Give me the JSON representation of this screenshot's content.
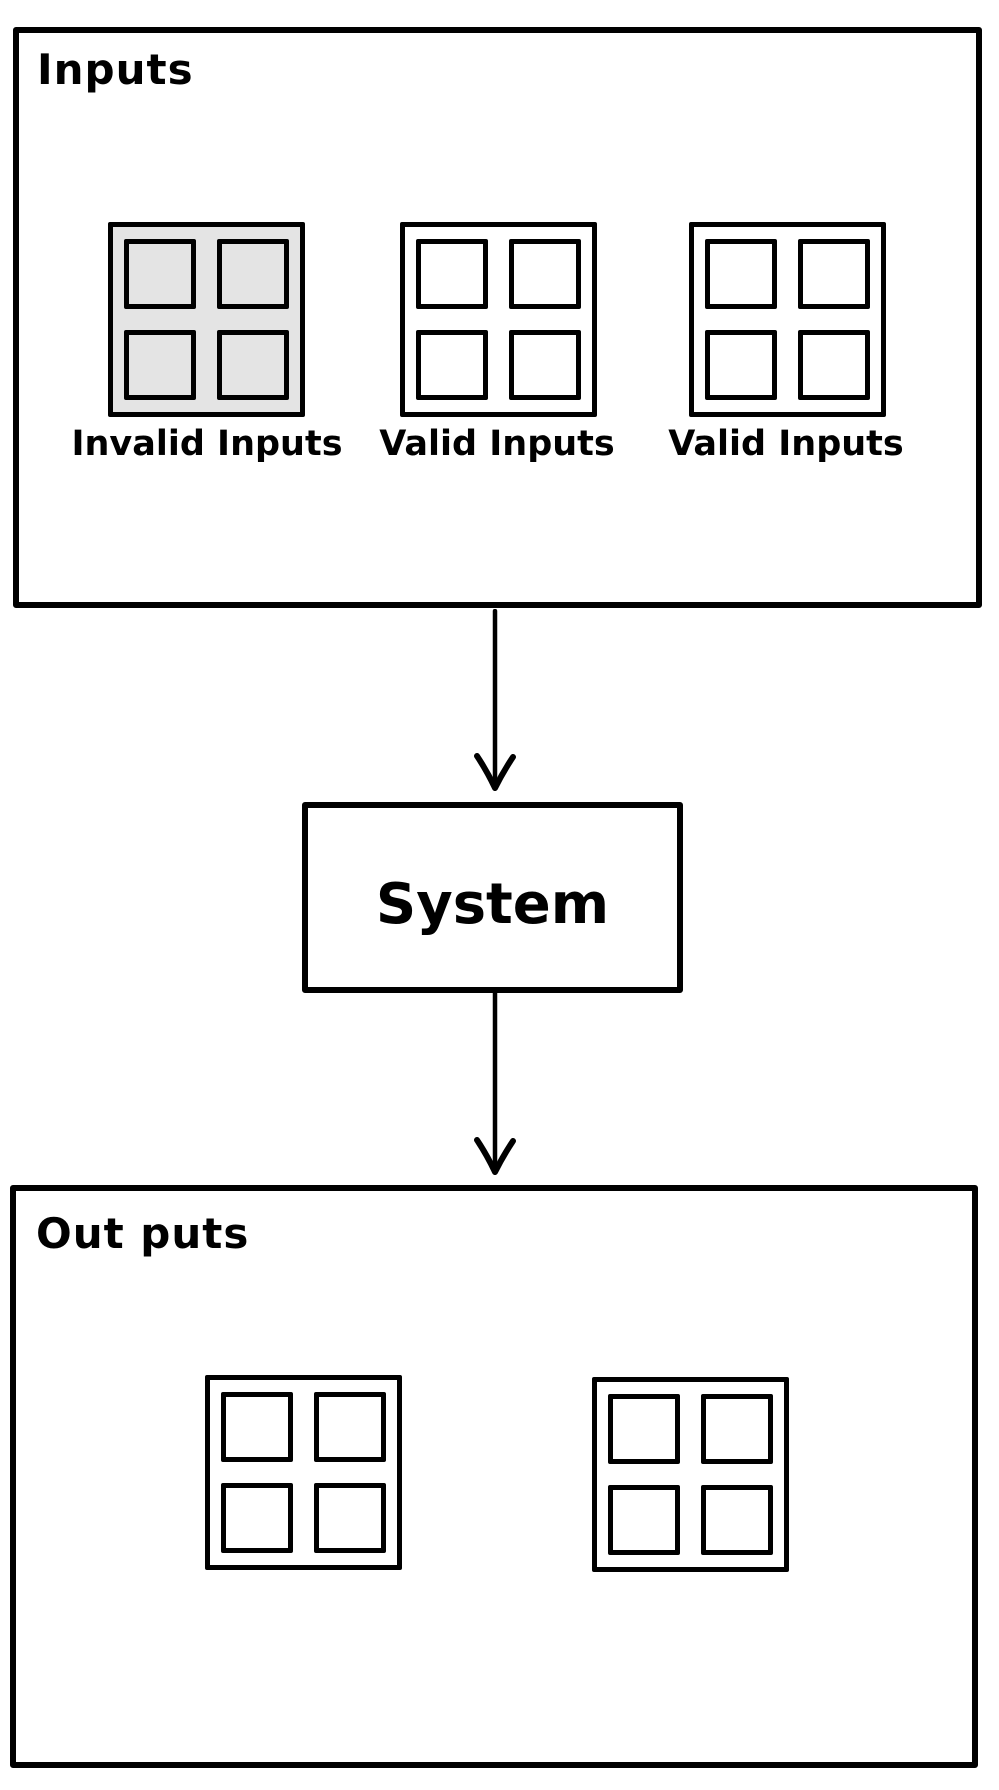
{
  "diagram": {
    "inputs_section": {
      "title": "Inputs",
      "squares": [
        {
          "variant": "invalid",
          "label": "Invalid Inputs"
        },
        {
          "variant": "valid",
          "label": "Valid Inputs"
        },
        {
          "variant": "valid",
          "label": "Valid Inputs"
        }
      ]
    },
    "system_node": {
      "label": "System"
    },
    "outputs_section": {
      "title": "Out puts",
      "squares": [
        {
          "variant": "valid"
        },
        {
          "variant": "valid"
        }
      ]
    },
    "colors": {
      "stroke": "#000000",
      "invalid_fill": "#e4e4e4",
      "background": "#ffffff"
    }
  }
}
